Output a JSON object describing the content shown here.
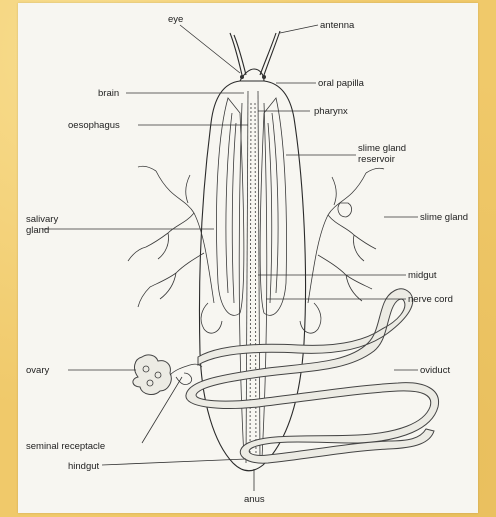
{
  "labels": {
    "eye": "eye",
    "antenna": "antenna",
    "brain": "brain",
    "oral_papilla": "oral papilla",
    "oesophagus": "oesophagus",
    "pharynx": "pharynx",
    "slime_gland_reservoir_1": "slime gland",
    "slime_gland_reservoir_2": "reservoir",
    "salivary_gland_1": "salivary",
    "salivary_gland_2": "gland",
    "slime_gland": "slime gland",
    "midgut": "midgut",
    "nerve_cord": "nerve cord",
    "ovary": "ovary",
    "oviduct": "oviduct",
    "seminal_receptacle": "seminal receptacle",
    "hindgut": "hindgut",
    "anus": "anus"
  },
  "colors": {
    "background": "#f0c96a",
    "plate": "#f7f6f1",
    "ink": "#222222"
  }
}
